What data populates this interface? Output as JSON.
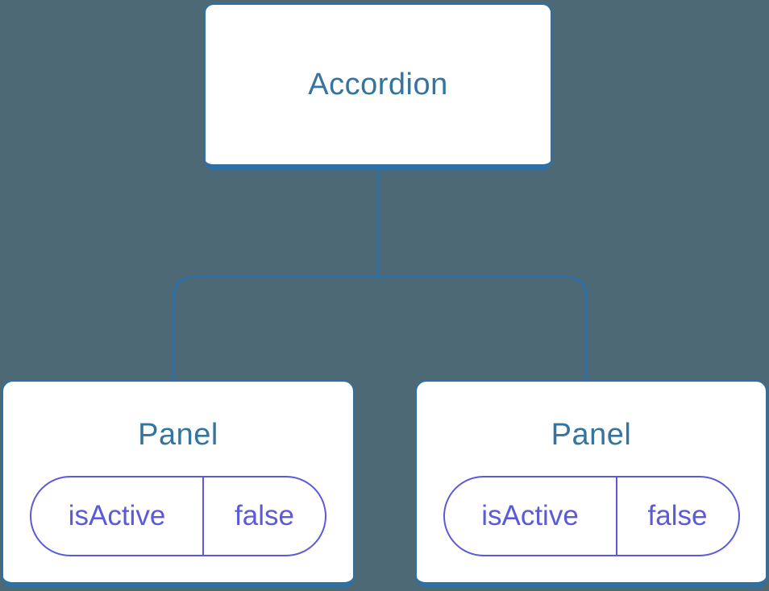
{
  "colors": {
    "background": "#4D6975",
    "line": "#2E70A3",
    "node_border": "#2E70A3",
    "node_label": "#35749E",
    "state_pill": "#5B5BD8"
  },
  "tree": {
    "root": {
      "label": "Accordion"
    },
    "children": [
      {
        "label": "Panel",
        "state": {
          "key": "isActive",
          "value": "false"
        }
      },
      {
        "label": "Panel",
        "state": {
          "key": "isActive",
          "value": "false"
        }
      }
    ]
  }
}
